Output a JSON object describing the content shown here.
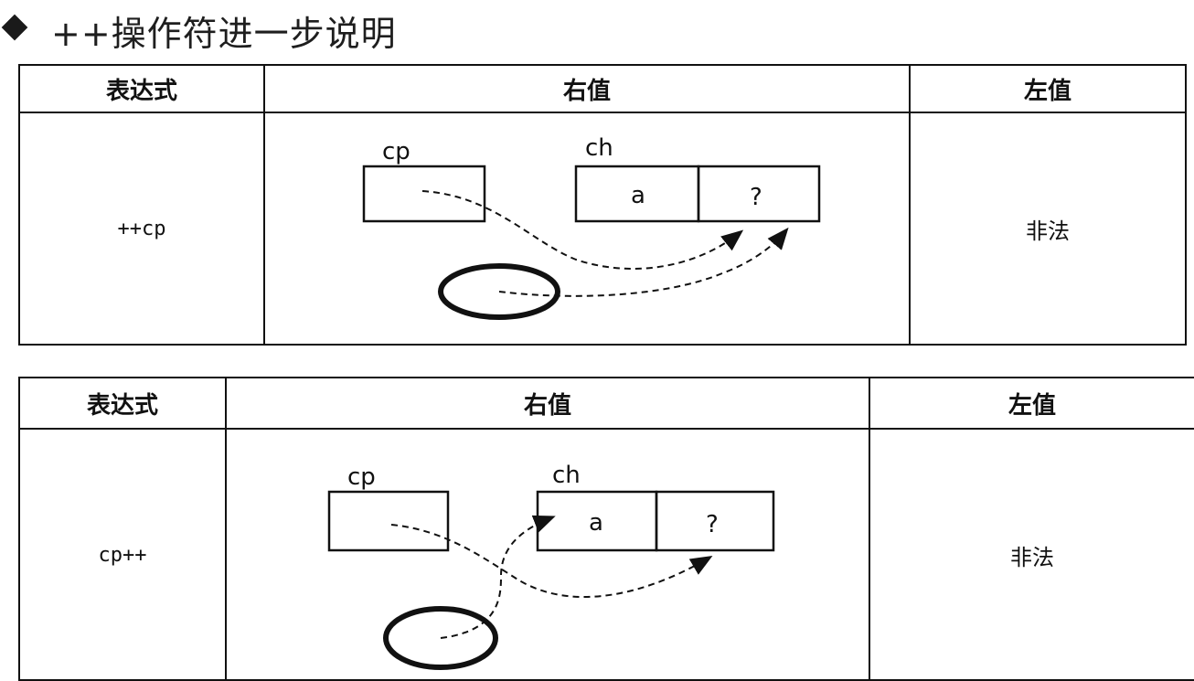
{
  "title": {
    "bullet_icon": "diamond-bullet-icon",
    "text": "++操作符进一步说明"
  },
  "tables": [
    {
      "headers": {
        "expression": "表达式",
        "rvalue": "右值",
        "lvalue": "左值"
      },
      "expression": "++cp",
      "lvalue": "非法",
      "diagram": {
        "pointer_label": "cp",
        "array_label": "ch",
        "cell_a": "a",
        "cell_b": "?"
      }
    },
    {
      "headers": {
        "expression": "表达式",
        "rvalue": "右值",
        "lvalue": "左值"
      },
      "expression": "cp++",
      "lvalue": "非法",
      "diagram": {
        "pointer_label": "cp",
        "array_label": "ch",
        "cell_a": "a",
        "cell_b": "?"
      }
    }
  ]
}
